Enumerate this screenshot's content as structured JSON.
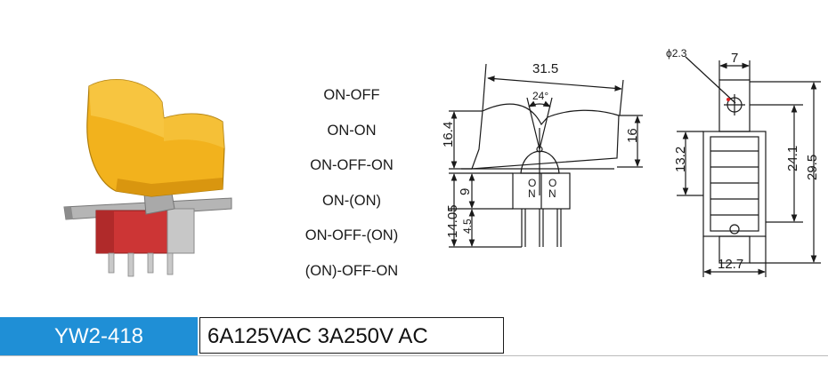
{
  "modes": [
    "ON-OFF",
    "ON-ON",
    "ON-OFF-ON",
    "ON-(ON)",
    "ON-OFF-(ON)",
    "(ON)-OFF-ON"
  ],
  "side_view": {
    "width_label": "31.5",
    "angle_label": "24°",
    "height_left_label": "16.4",
    "height_right_label": "16",
    "body_height_label": "9",
    "total_height_label": "14.05",
    "pin_length_label": "4.5",
    "switch_mark_1": [
      "O",
      "N"
    ],
    "switch_mark_2": [
      "O",
      "N"
    ]
  },
  "top_view": {
    "hole_label": "ϕ2.3",
    "slot_width_label": "7",
    "mount_label": "13.2",
    "inner_height_label": "24.1",
    "outer_height_label": "29.5",
    "base_width_label": "12.7"
  },
  "colors": {
    "cap": "#f2b21d",
    "body": "#d23a3a",
    "metal": "#b8b8b8",
    "label_bar": "#1f8fd6"
  },
  "footer": {
    "model": "YW2-418",
    "rating": "6A125VAC 3A250V AC"
  }
}
